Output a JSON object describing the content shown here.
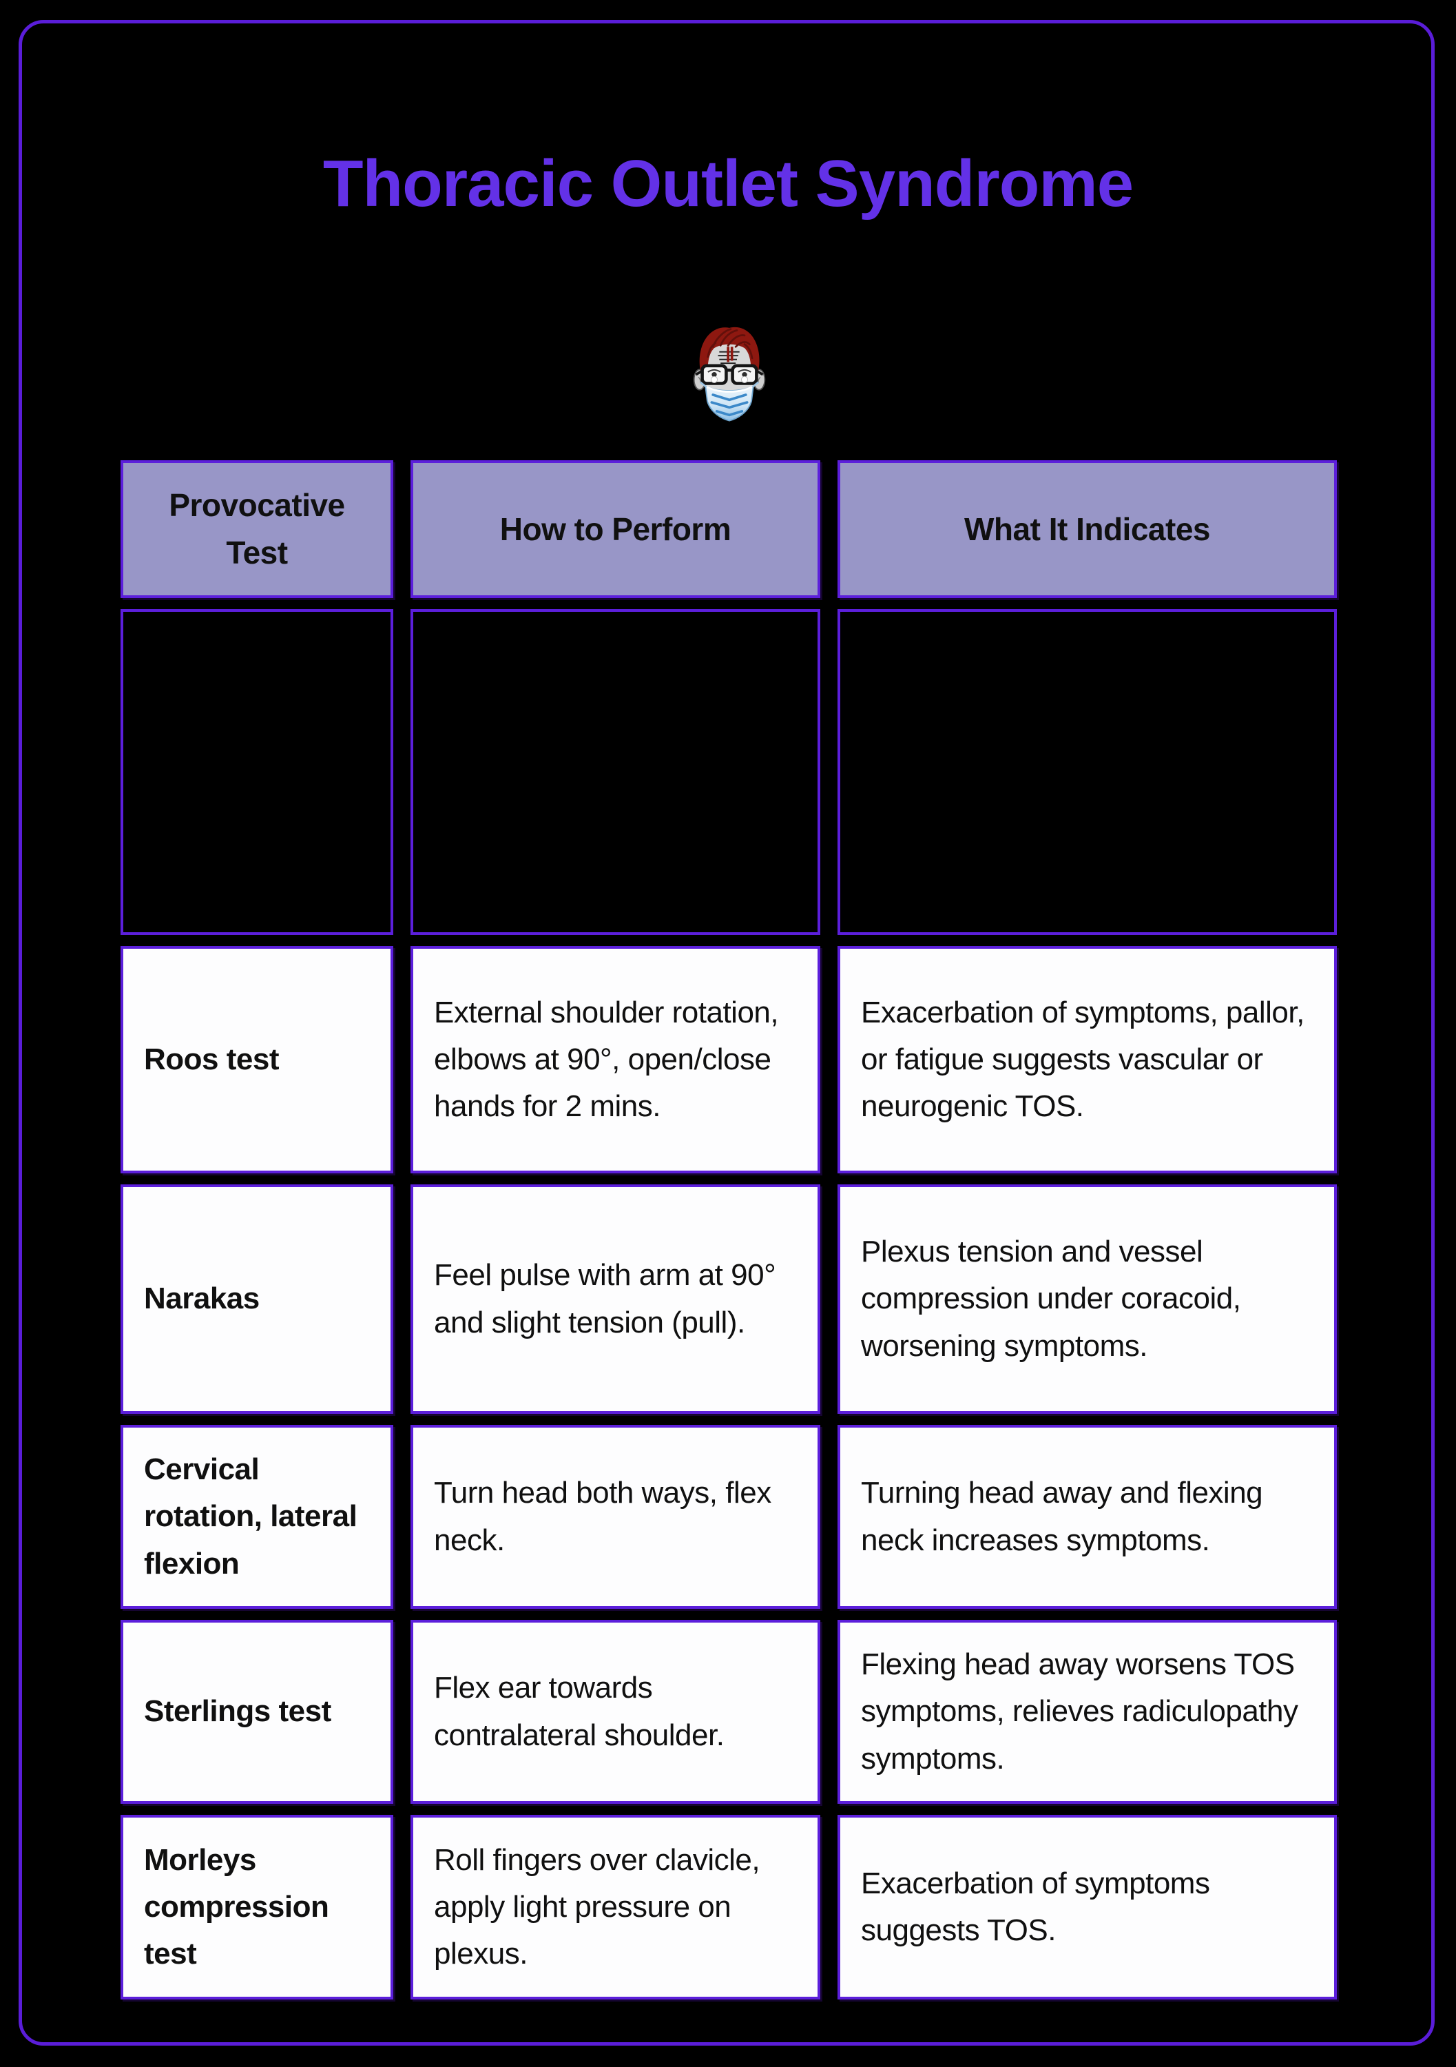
{
  "title": "Thoracic Outlet Syndrome",
  "avatar_icon": "masked-medic-avatar",
  "colors": {
    "background": "#000000",
    "frame_border": "#5a1dd8",
    "title_text": "#6331e7",
    "header_background": "#9896c7",
    "cell_border": "#5c1fdb",
    "cell_background": "#fdfdfe",
    "body_text": "#101010",
    "avatar_hair": "#8e1810",
    "avatar_mask": "#bcdcf2"
  },
  "table": {
    "headers": [
      "Provocative Test",
      "How to Perform",
      "What It Indicates"
    ],
    "rows": [
      {
        "test": "",
        "perform": "",
        "indicates": ""
      },
      {
        "test": "Roos test",
        "perform": "External shoulder rotation, elbows at 90°, open/close hands for 2 mins.",
        "indicates": "Exacerbation of symptoms, pallor, or fatigue suggests vascular or neurogenic TOS."
      },
      {
        "test": "Narakas",
        "perform": "Feel pulse with arm at 90° and slight tension (pull).",
        "indicates": "Plexus tension and vessel compression under coracoid, worsening symptoms."
      },
      {
        "test": "Cervical rotation, lateral flexion",
        "perform": "Turn head both ways, flex neck.",
        "indicates": "Turning head away and flexing neck increases symptoms."
      },
      {
        "test": "Sterlings test",
        "perform": "Flex ear towards contralateral shoulder.",
        "indicates": "Flexing head away worsens TOS symptoms, relieves radiculopathy symptoms."
      },
      {
        "test": "Morleys compression test",
        "perform": "Roll fingers over clavicle, apply light pressure on plexus.",
        "indicates": "Exacerbation of symptoms suggests TOS."
      }
    ]
  }
}
